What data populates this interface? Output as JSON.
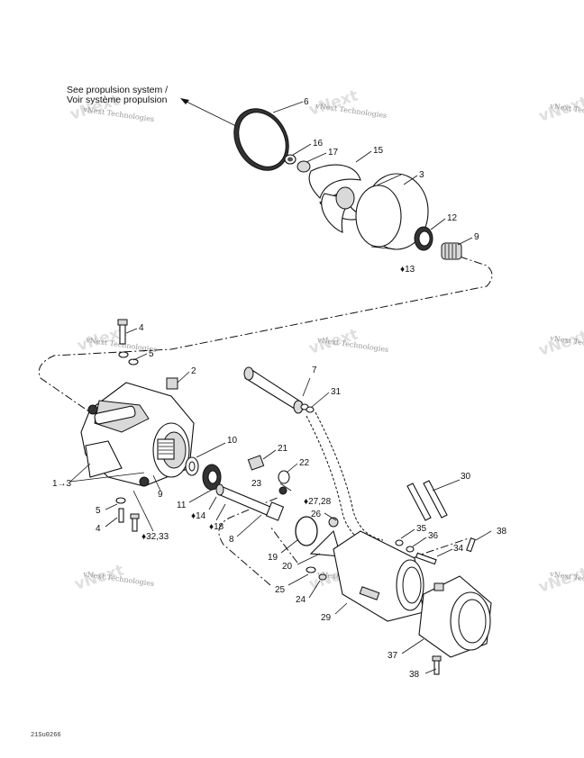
{
  "note": {
    "line1": "See propulsion system /",
    "line2": "Voir système propulsion"
  },
  "watermark": "vNext Technologies",
  "drawing_code": "21Su0266",
  "callouts": [
    "6",
    "16",
    "17",
    "15",
    "3",
    "12",
    "9",
    "13",
    "4",
    "5",
    "2",
    "7",
    "31",
    "10",
    "21",
    "22",
    "23",
    "27,28",
    "11",
    "14",
    "18",
    "8",
    "1→3",
    "9",
    "5",
    "4",
    "32,33",
    "30",
    "26",
    "35",
    "36",
    "38",
    "34",
    "19",
    "20",
    "25",
    "24",
    "29",
    "37",
    "38"
  ]
}
